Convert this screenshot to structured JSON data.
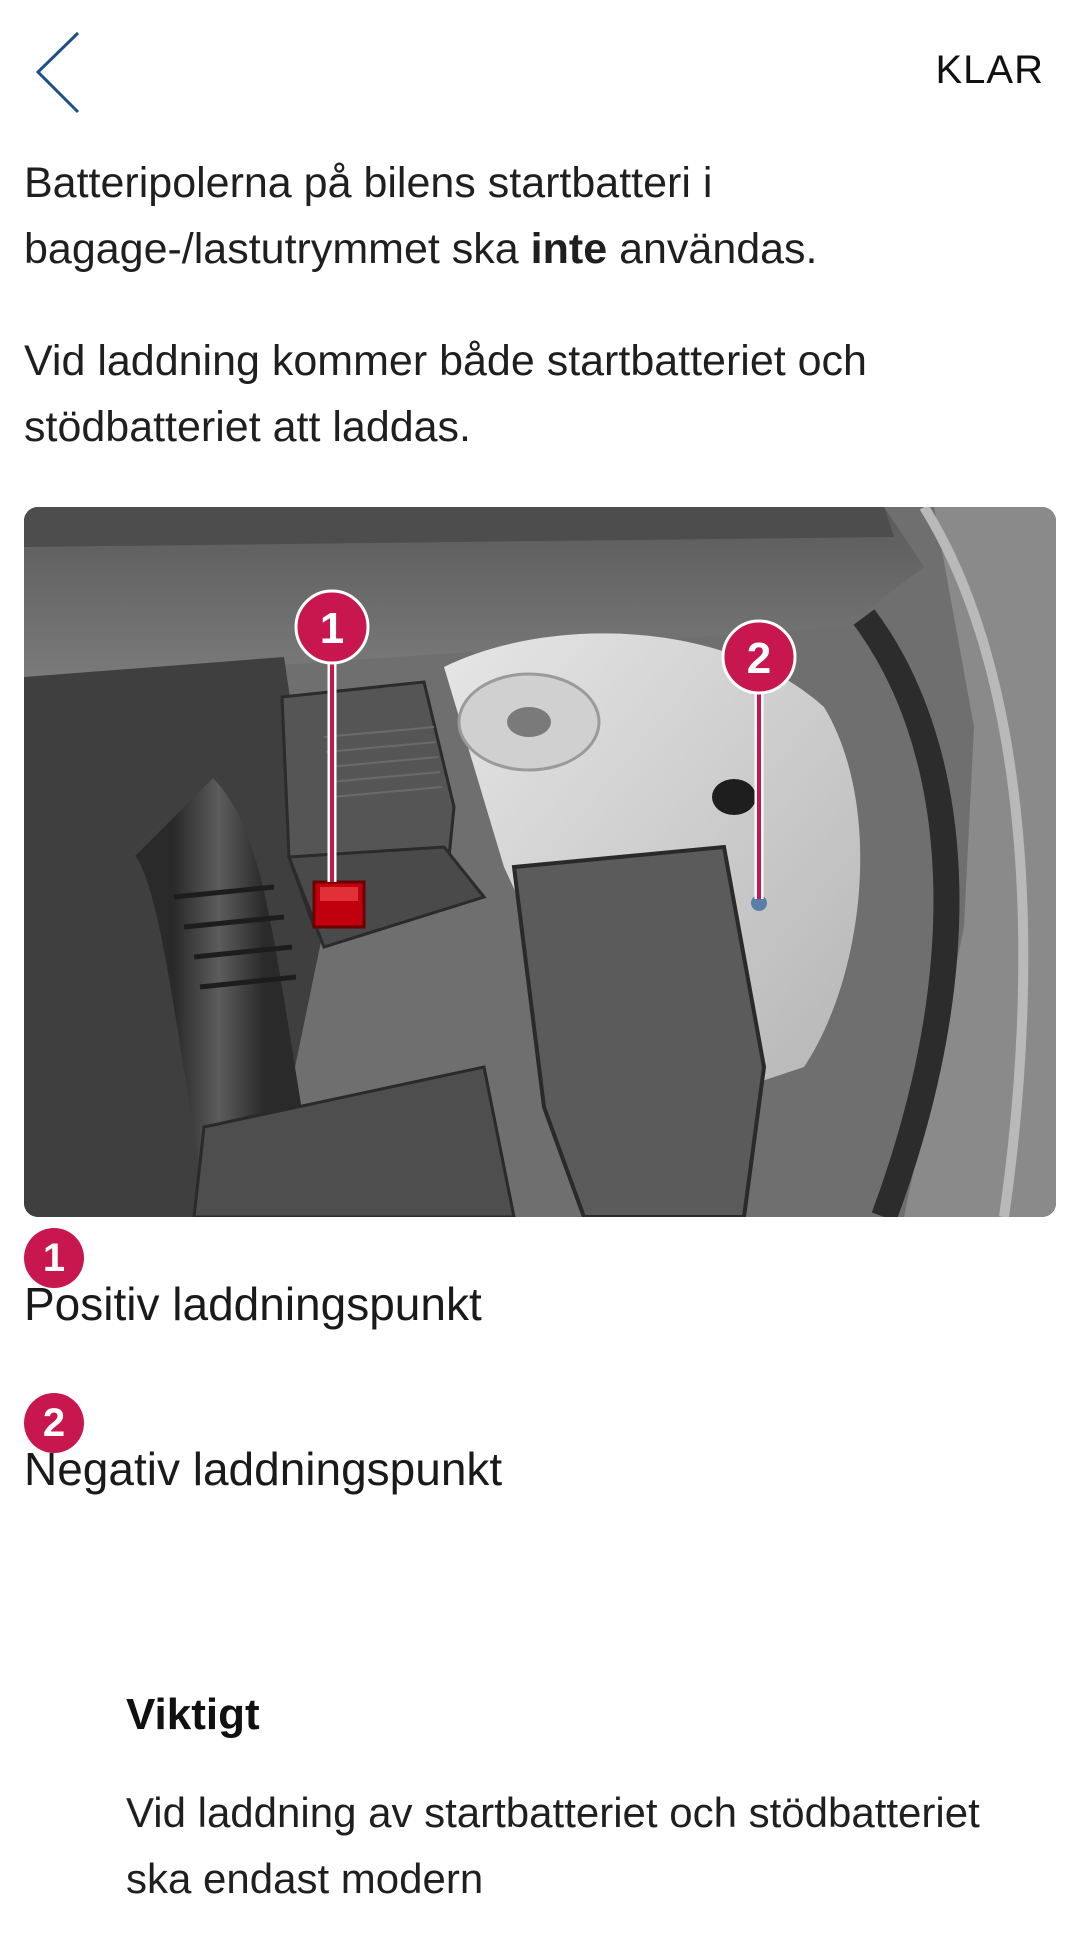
{
  "header": {
    "done_label": "KLAR"
  },
  "content": {
    "paragraph1_before": "Batteripolerna på bilens startbatteri i bagage-/lastutrymmet ska ",
    "paragraph1_bold": "inte",
    "paragraph1_after": " användas.",
    "paragraph2": "Vid laddning kommer både startbatteriet och stödbatteriet att laddas."
  },
  "illustration": {
    "callouts": [
      "1",
      "2"
    ]
  },
  "legend": [
    {
      "number": "1",
      "label": "Positiv laddningspunkt"
    },
    {
      "number": "2",
      "label": "Negativ laddningspunkt"
    }
  ],
  "important": {
    "title": "Viktigt",
    "body": "Vid laddning av startbatteriet och stödbatteriet ska endast modern"
  },
  "colors": {
    "accent": "#c8174f",
    "back_arrow": "#1f4f8a"
  }
}
